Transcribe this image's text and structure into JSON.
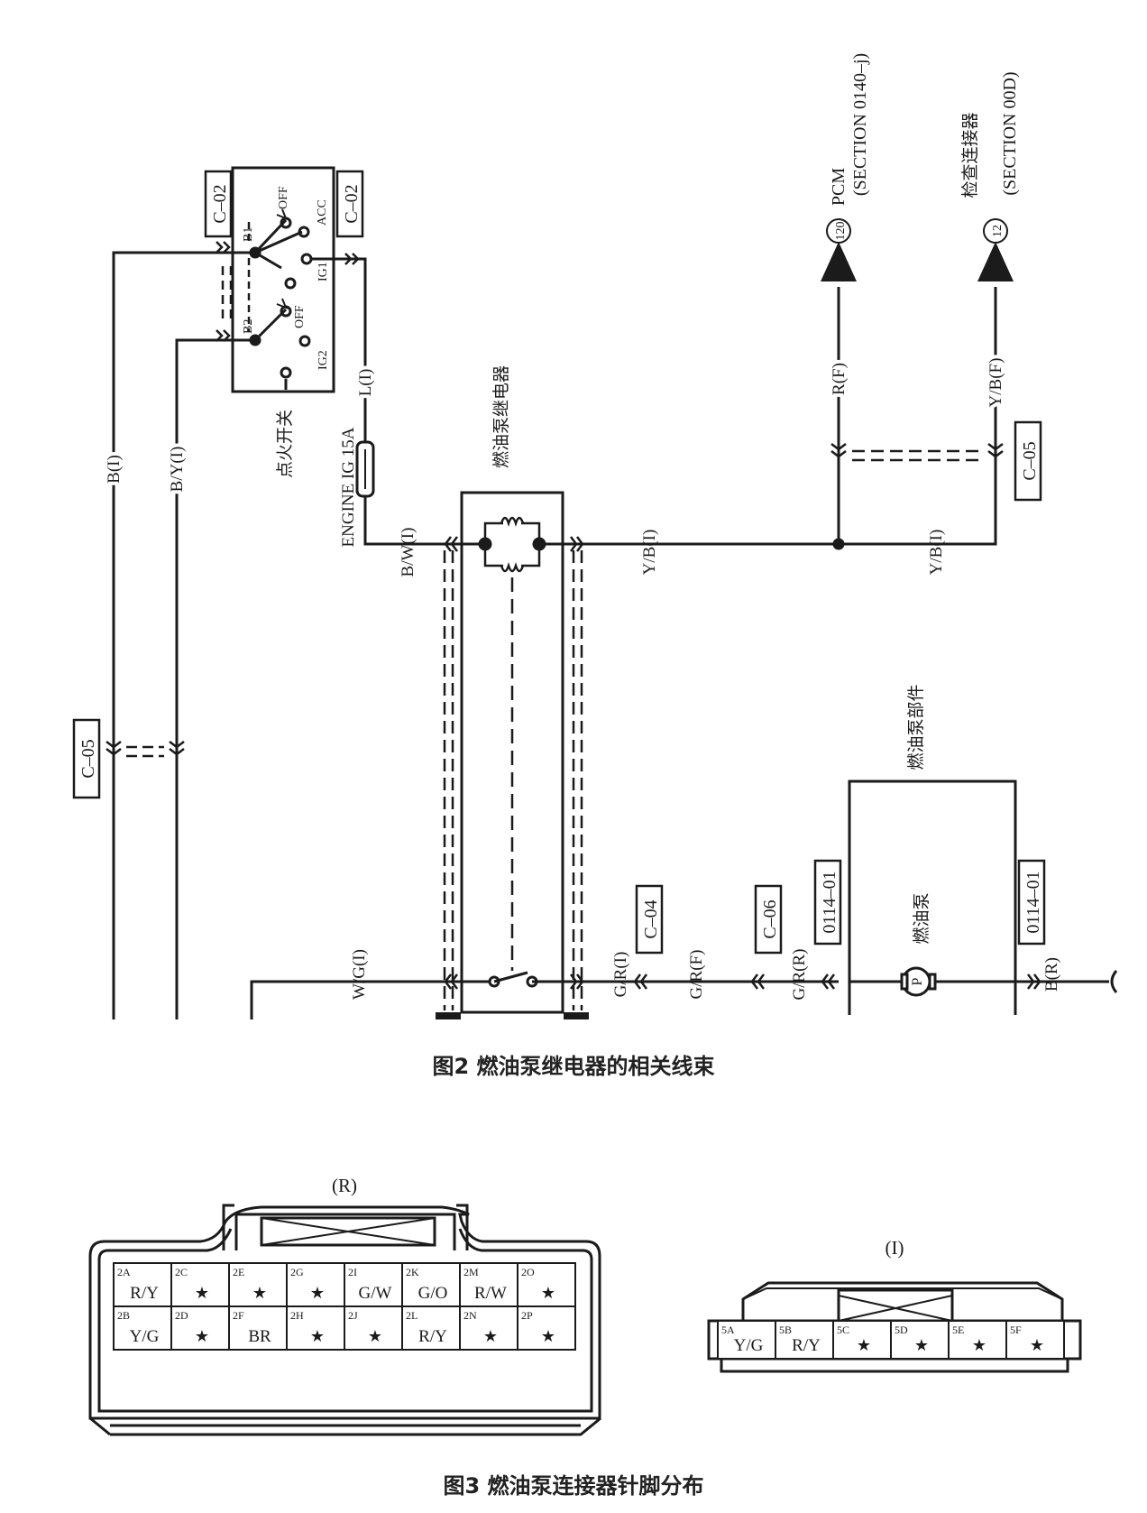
{
  "wiring": {
    "connector_tags": {
      "ign_left": "C–02",
      "ign_right": "C–02",
      "left_c05": "C–05",
      "right_c05": "C–05",
      "c04": "C–04",
      "c06": "C–06",
      "pump_left": "0114–01",
      "pump_right": "0114–01"
    },
    "ignition_switch": {
      "label": "点火开关",
      "pins": {
        "b1": "B1",
        "b2": "B2",
        "off1": "OFF",
        "acc": "ACC",
        "ig1": "IG1",
        "off2": "OFF",
        "ig2": "IG2"
      }
    },
    "wires": {
      "b_i": "B(I)",
      "by_i": "B/Y(I)",
      "l_i": "L(I)",
      "fuse": "ENGINE IG 15A",
      "bw_i": "B/W(I)",
      "yb_i_1": "Y/B(I)",
      "yb_i_2": "Y/B(I)",
      "r_f": "R(F)",
      "yb_f": "Y/B(F)",
      "wg_i": "W/G(I)",
      "gr_i": "G/R(I)",
      "gr_f": "G/R(F)",
      "gr_r": "G/R(R)",
      "b_r": "B(R)"
    },
    "relay_label": "燃油泵继电器",
    "pcm": {
      "num": "120",
      "name": "PCM",
      "section": "(SECTION 0140–j)"
    },
    "check": {
      "num": "12",
      "name": "检查连接器",
      "section": "(SECTION 00D)"
    },
    "pump_assembly_label": "燃油泵部件",
    "pump_label": "燃油泵",
    "pump_symbol": "P"
  },
  "caption2": "图2 燃油泵继电器的相关线束",
  "connector_r": {
    "label": "(R)",
    "rows": [
      [
        {
          "pin": "2A",
          "wire": "R/Y"
        },
        {
          "pin": "2C",
          "wire": "★"
        },
        {
          "pin": "2E",
          "wire": "★"
        },
        {
          "pin": "2G",
          "wire": "★"
        },
        {
          "pin": "2I",
          "wire": "G/W"
        },
        {
          "pin": "2K",
          "wire": "G/O"
        },
        {
          "pin": "2M",
          "wire": "R/W"
        },
        {
          "pin": "2O",
          "wire": "★"
        }
      ],
      [
        {
          "pin": "2B",
          "wire": "Y/G"
        },
        {
          "pin": "2D",
          "wire": "★"
        },
        {
          "pin": "2F",
          "wire": "BR"
        },
        {
          "pin": "2H",
          "wire": "★"
        },
        {
          "pin": "2J",
          "wire": "★"
        },
        {
          "pin": "2L",
          "wire": "R/Y"
        },
        {
          "pin": "2N",
          "wire": "★"
        },
        {
          "pin": "2P",
          "wire": "★"
        }
      ]
    ]
  },
  "connector_i": {
    "label": "(I)",
    "cells": [
      {
        "pin": "5A",
        "wire": "Y/G"
      },
      {
        "pin": "5B",
        "wire": "R/Y"
      },
      {
        "pin": "5C",
        "wire": "★"
      },
      {
        "pin": "5D",
        "wire": "★"
      },
      {
        "pin": "5E",
        "wire": "★"
      },
      {
        "pin": "5F",
        "wire": "★"
      }
    ]
  },
  "caption3": "图3 燃油泵连接器针脚分布"
}
